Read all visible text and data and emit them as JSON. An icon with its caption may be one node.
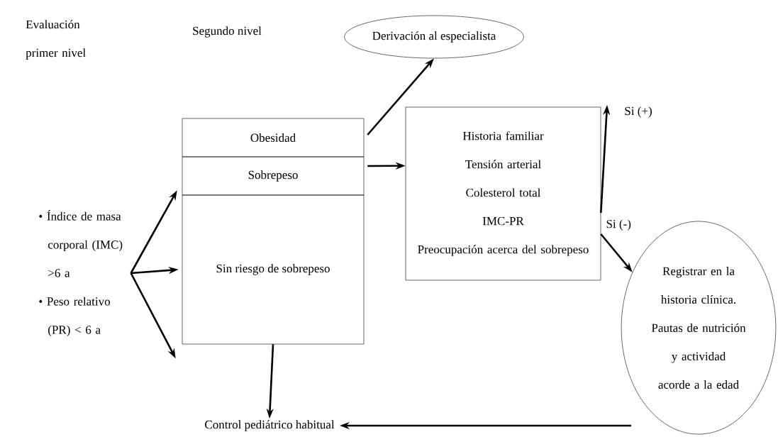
{
  "diagram": {
    "nodes": [
      {
        "text": [
          "• Índice de masa corporal (IMC) >6 a",
          "• Peso relativo (PR) < 6 a"
        ]
      },
      {
        "text": [
          "Obesidad"
        ]
      },
      {
        "text": [
          "Sobrepeso"
        ]
      },
      {
        "text": [
          "Sin riesgo de sobrepeso"
        ]
      },
      {
        "text": [
          "Derivación al especialista"
        ]
      },
      {
        "text": [
          "Historia familiar",
          "Tensión arterial",
          "Colesterol total",
          "IMC-PR",
          "Preocupación acerca del sobrepeso"
        ]
      },
      {
        "text": [
          "Si (+)"
        ]
      },
      {
        "text": [
          "Registrar en la historia clínica. Pautas de nutrición y actividad acorde a la edad"
        ]
      },
      {
        "text": [
          "Control pediátrico habitual"
        ]
      }
    ],
    "edges": [
      {
        "from": 0,
        "to": 2,
        "arrow": "to"
      },
      {
        "from": 0,
        "to": 3,
        "arrow": "to"
      },
      {
        "from": 0,
        "to": 3,
        "arrow": "to"
      },
      {
        "from": 1,
        "to": 4,
        "arrow": "to"
      },
      {
        "from": 2,
        "to": 5,
        "arrow": "to"
      },
      {
        "from": 5,
        "to": 6,
        "arrow": "to"
      },
      {
        "from": 5,
        "to": 7,
        "arrow": "to",
        "label": "Si (-)"
      },
      {
        "from": 3,
        "to": 8,
        "arrow": "to"
      },
      {
        "from": 7,
        "to": 8,
        "arrow": "to"
      }
    ],
    "labels": [
      "Evaluación primer nivel",
      "Segundo nivel"
    ]
  }
}
